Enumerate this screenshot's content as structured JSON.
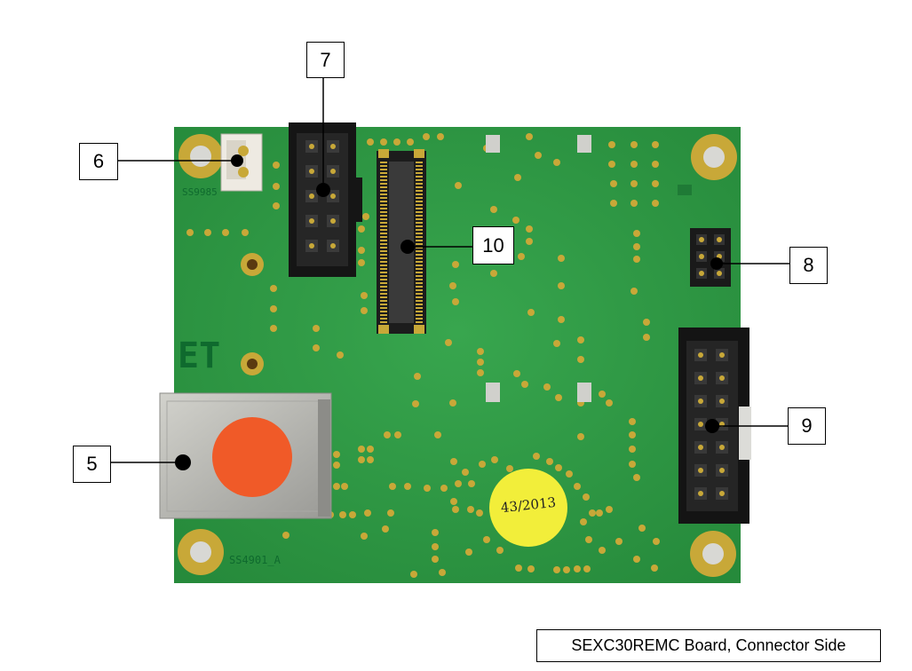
{
  "caption": "SEXC30REMC Board, Connector Side",
  "sticker_text": "43/2013",
  "silkscreen": {
    "logo": "ET",
    "code_top": "SS9985",
    "code_bottom": "SS4901_A"
  },
  "callouts": [
    {
      "id": "5",
      "label": "5"
    },
    {
      "id": "6",
      "label": "6"
    },
    {
      "id": "7",
      "label": "7"
    },
    {
      "id": "8",
      "label": "8"
    },
    {
      "id": "9",
      "label": "9"
    },
    {
      "id": "10",
      "label": "10"
    }
  ],
  "colors": {
    "pcb": "#2f9a45",
    "pad_gold": "#c8a838",
    "connector_black": "#151515",
    "rj45_metal": "#b4b4b0",
    "led_orange": "#f05a28",
    "sticker_yellow": "#f2ee3a"
  }
}
